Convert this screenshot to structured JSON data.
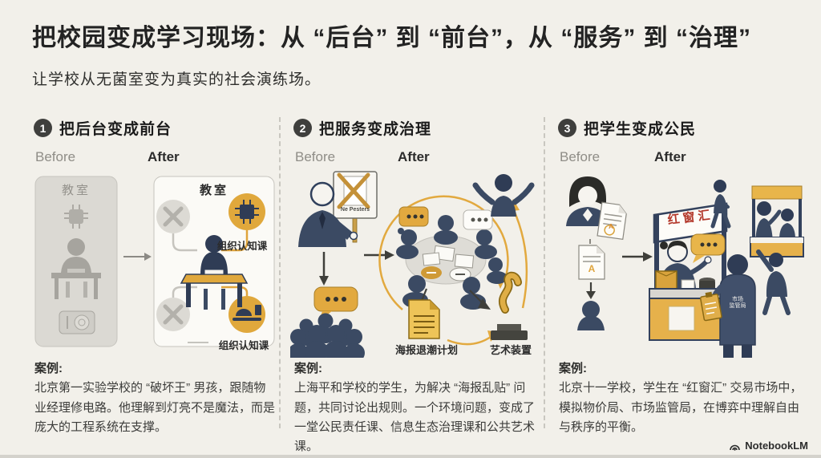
{
  "page": {
    "title": "把校园变成学习现场：从 “后台” 到 “前台”，从 “服务” 到 “治理”",
    "subtitle": "让学校从无菌室变为真实的社会演练场。"
  },
  "labels": {
    "before": "Before",
    "after": "After",
    "case_heading": "案例:"
  },
  "sections": [
    {
      "number": "1",
      "heading": "把后台变成前台",
      "room_before": "教室",
      "room_after": "教室",
      "tag_top": "组织认知课",
      "tag_bottom": "组织认知课",
      "case_text": "北京第一实验学校的 “破坏王” 男孩，跟随物业经理修电路。他理解到灯亮不是魔法，而是庞大的工程系统在支撑。"
    },
    {
      "number": "2",
      "heading": "把服务变成治理",
      "sign_text": "Ne Pesters",
      "doc_label": "海报退潮计划",
      "art_label": "艺术装置",
      "case_text": "上海平和学校的学生，为解决 “海报乱贴” 问题，共同讨论出规则。一个环境问题，变成了一堂公民责任课、信息生态治理课和公共艺术课。"
    },
    {
      "number": "3",
      "heading": "把学生变成公民",
      "booth_sign": "红窗汇",
      "jacket_line1": "市场",
      "jacket_line2": "监管局",
      "grade": "A",
      "case_text": "北京十一学校，学生在 “红窗汇” 交易市场中，模拟物价局、市场监管局，在博弈中理解自由与秩序的平衡。"
    }
  ],
  "footer": {
    "brand": "NotebookLM"
  },
  "colors": {
    "background": "#f2f0ea",
    "accent_gold": "#dfa43c",
    "navy": "#3b4a63",
    "sign_red": "#b3392c",
    "badge": "#3f3f3d"
  }
}
